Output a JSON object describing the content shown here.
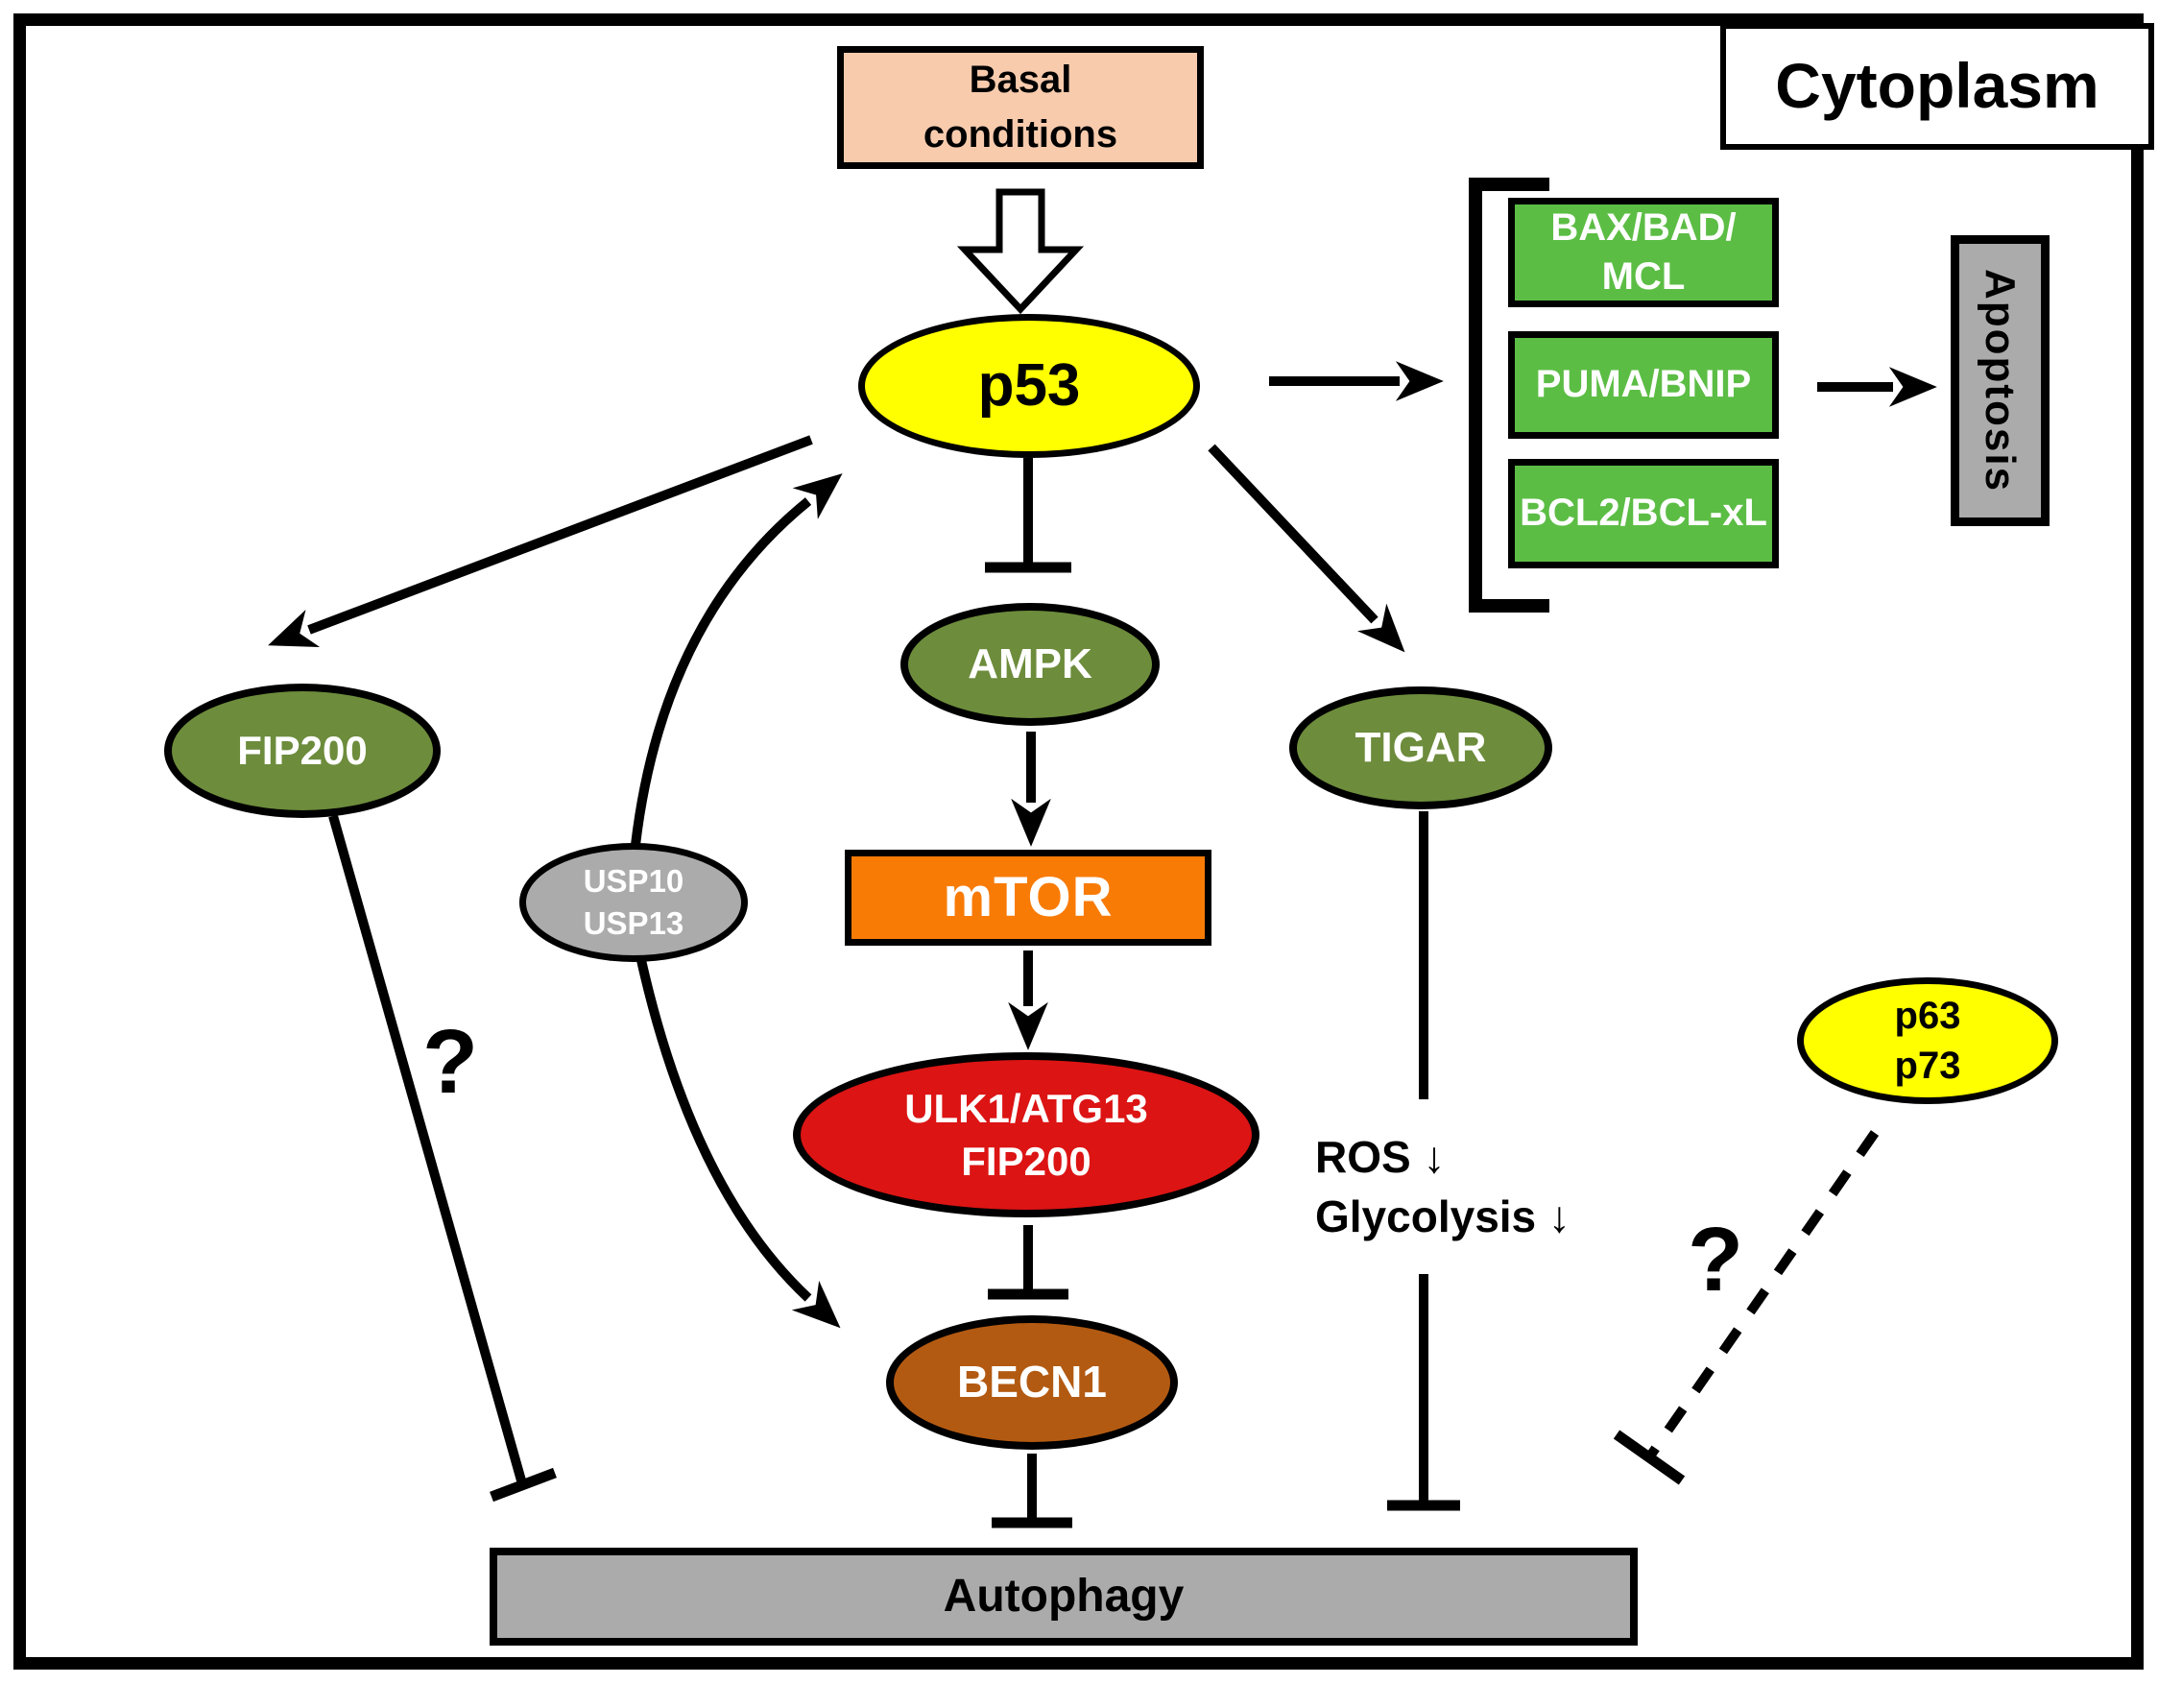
{
  "title": {
    "cytoplasm": "Cytoplasm"
  },
  "nodes": {
    "basal": {
      "line1": "Basal",
      "line2": "conditions",
      "color": "#F8CBAD"
    },
    "p53": {
      "label": "p53",
      "color": "#FFFF00"
    },
    "bax": {
      "line1": "BAX/BAD/",
      "line2": "MCL",
      "color": "#5CBD45"
    },
    "puma": {
      "label": "PUMA/BNIP",
      "color": "#5CBD45"
    },
    "bcl": {
      "label": "BCL2/BCL-xL",
      "color": "#5CBD45"
    },
    "apoptosis": {
      "label": "Apoptosis",
      "color": "#ABABAB"
    },
    "ampk": {
      "label": "AMPK",
      "color": "#6D8C3C"
    },
    "mtor": {
      "label": "mTOR",
      "color": "#F87B06"
    },
    "ulk": {
      "line1": "ULK1/ATG13",
      "line2": "FIP200",
      "color": "#DC1414"
    },
    "becn1": {
      "label": "BECN1",
      "color": "#B35A12"
    },
    "fip200": {
      "label": "FIP200",
      "color": "#6D8C3C"
    },
    "usp": {
      "line1": "USP10",
      "line2": "USP13",
      "color": "#ABABAB"
    },
    "tigar": {
      "label": "TIGAR",
      "color": "#6D8C3C"
    },
    "p63": {
      "line1": "p63",
      "line2": "p73",
      "color": "#FFFF00"
    },
    "autophagy": {
      "label": "Autophagy",
      "color": "#ABABAB"
    }
  },
  "annotations": {
    "ros": "ROS ↓",
    "glycolysis": "Glycolysis ↓",
    "question_left": "?",
    "question_right": "?"
  },
  "line_color": "#000000"
}
